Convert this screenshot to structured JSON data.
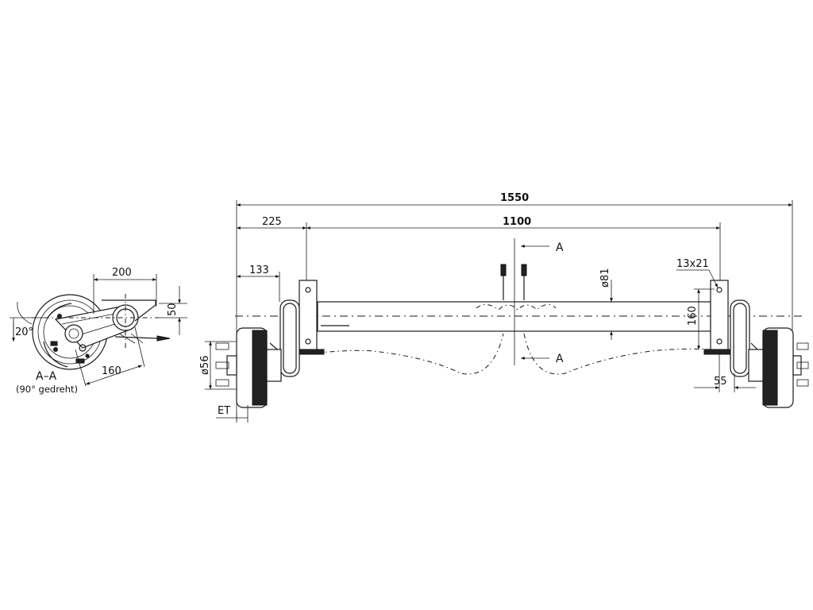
{
  "dimensions": {
    "overall_width": "1550",
    "track": "1100",
    "offset_left": "225",
    "offset_flange": "133",
    "bracket_hole": "13x21",
    "axle_diameter": "ø81",
    "bracket_height": "160",
    "hub_bore": "ø56",
    "offset_et": "ET",
    "bracket_to_drum": "55"
  },
  "section_view": {
    "cut_label_top": "A",
    "cut_label_bottom": "A",
    "title": "A–A",
    "subtitle": "(90° gedreht)",
    "arm_length": "200",
    "drop": "50",
    "angle": "20°",
    "lever": "160"
  },
  "colors": {
    "line": "#1a1a1a",
    "background": "#ffffff"
  }
}
